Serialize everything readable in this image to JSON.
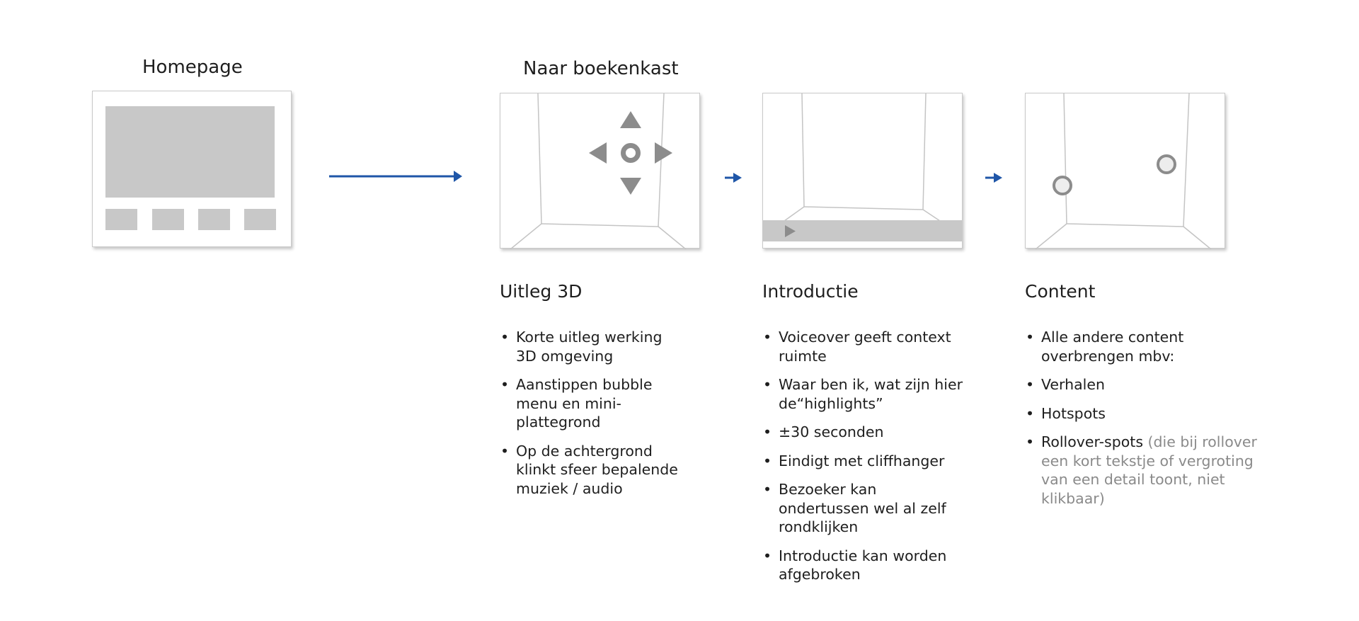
{
  "headings": {
    "homepage": "Homepage",
    "boekenkast": "Naar boekenkast"
  },
  "sections": [
    {
      "title": "Uitleg 3D",
      "bullets": [
        "Korte uitleg werking 3D omgeving",
        "Aanstippen bubble menu en mini-plattegrond",
        "Op de achtergrond klinkt sfeer bepalende muziek / audio"
      ]
    },
    {
      "title": "Introductie",
      "bullets": [
        "Voiceover geeft context ruimte",
        "Waar ben ik, wat zijn hier de“highlights”",
        "±30 seconden",
        "Eindigt met cliffhanger",
        "Bezoeker kan ondertussen wel al zelf rondklijken",
        "Introductie kan worden afgebroken"
      ]
    },
    {
      "title": "Content",
      "bullets": [
        "Alle andere content overbrengen mbv:",
        "Verhalen",
        "Hotspots"
      ],
      "last_bullet_main": "Rollover-spots",
      "last_bullet_note": " (die bij rollover een kort tekstje of vergroting van een detail toont, niet klikbaar)"
    }
  ],
  "colors": {
    "arrow": "#1f56a8",
    "wireframe_fill": "#c8c8c8",
    "wireframe_icon": "#8c8c8c",
    "room_line": "#c4c4c4"
  }
}
